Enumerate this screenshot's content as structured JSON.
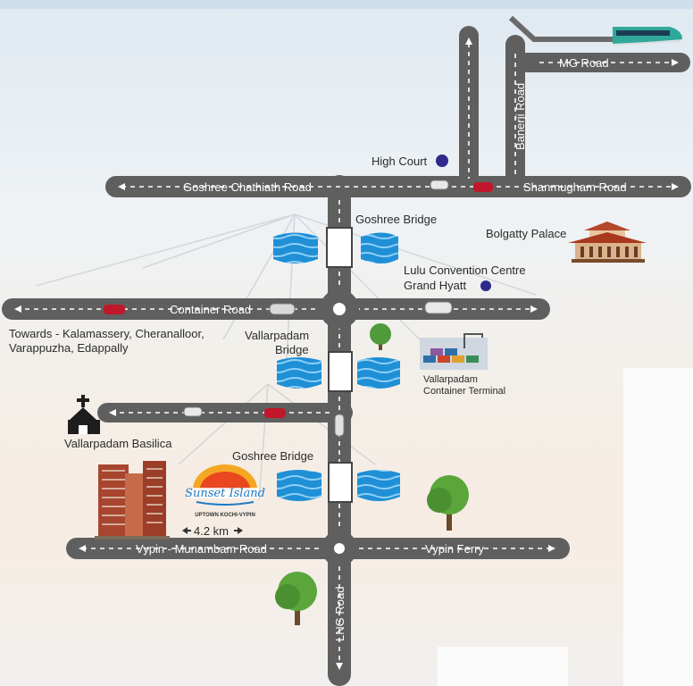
{
  "header_strip_text": "",
  "roads": {
    "mg_road": "MG Road",
    "banerji_road": "Banerji Road",
    "goshree_chathiath_road": "Goshree Chathiath Road",
    "shanmugham_road": "Shanmugham Road",
    "container_road": "Container Road",
    "vypin_munambam_road": "Vypin - Munambam Road",
    "vypin_ferry": "Vypin Ferry",
    "lng_road": "LNG Road"
  },
  "places": {
    "high_court": "High Court",
    "goshree_bridge_1": "Goshree Bridge",
    "bolgatty_palace": "Bolgatty Palace",
    "lulu_line1": "Lulu Convention Centre",
    "lulu_line2": "Grand Hyatt",
    "towards_line1": "Towards - Kalamassery, Cheranalloor,",
    "towards_line2": "Varappuzha, Edappally",
    "vallarpadam_bridge_line1": "Vallarpadam",
    "vallarpadam_bridge_line2": "Bridge",
    "container_terminal_line1": "Vallarpadam",
    "container_terminal_line2": "Container Terminal",
    "vallarpadam_basilica": "Vallarpadam Basilica",
    "goshree_bridge_2": "Goshree Bridge",
    "distance": "4.2 km"
  },
  "project_logo": {
    "name": "Sunset Island",
    "tagline": "UPTOWN KOCHI-VYPIN"
  },
  "colors": {
    "road": "#5f5f5f",
    "road_dash": "#ffffff",
    "water": "#1f8fd6",
    "marker": "#2e2b8c",
    "car_red": "#c0182a"
  },
  "icons": [
    "metro-train-icon",
    "marker-dot-icon",
    "palace-icon",
    "church-icon",
    "tree-icon",
    "container-terminal-icon",
    "building-icon",
    "car-icon",
    "junction-icon"
  ]
}
